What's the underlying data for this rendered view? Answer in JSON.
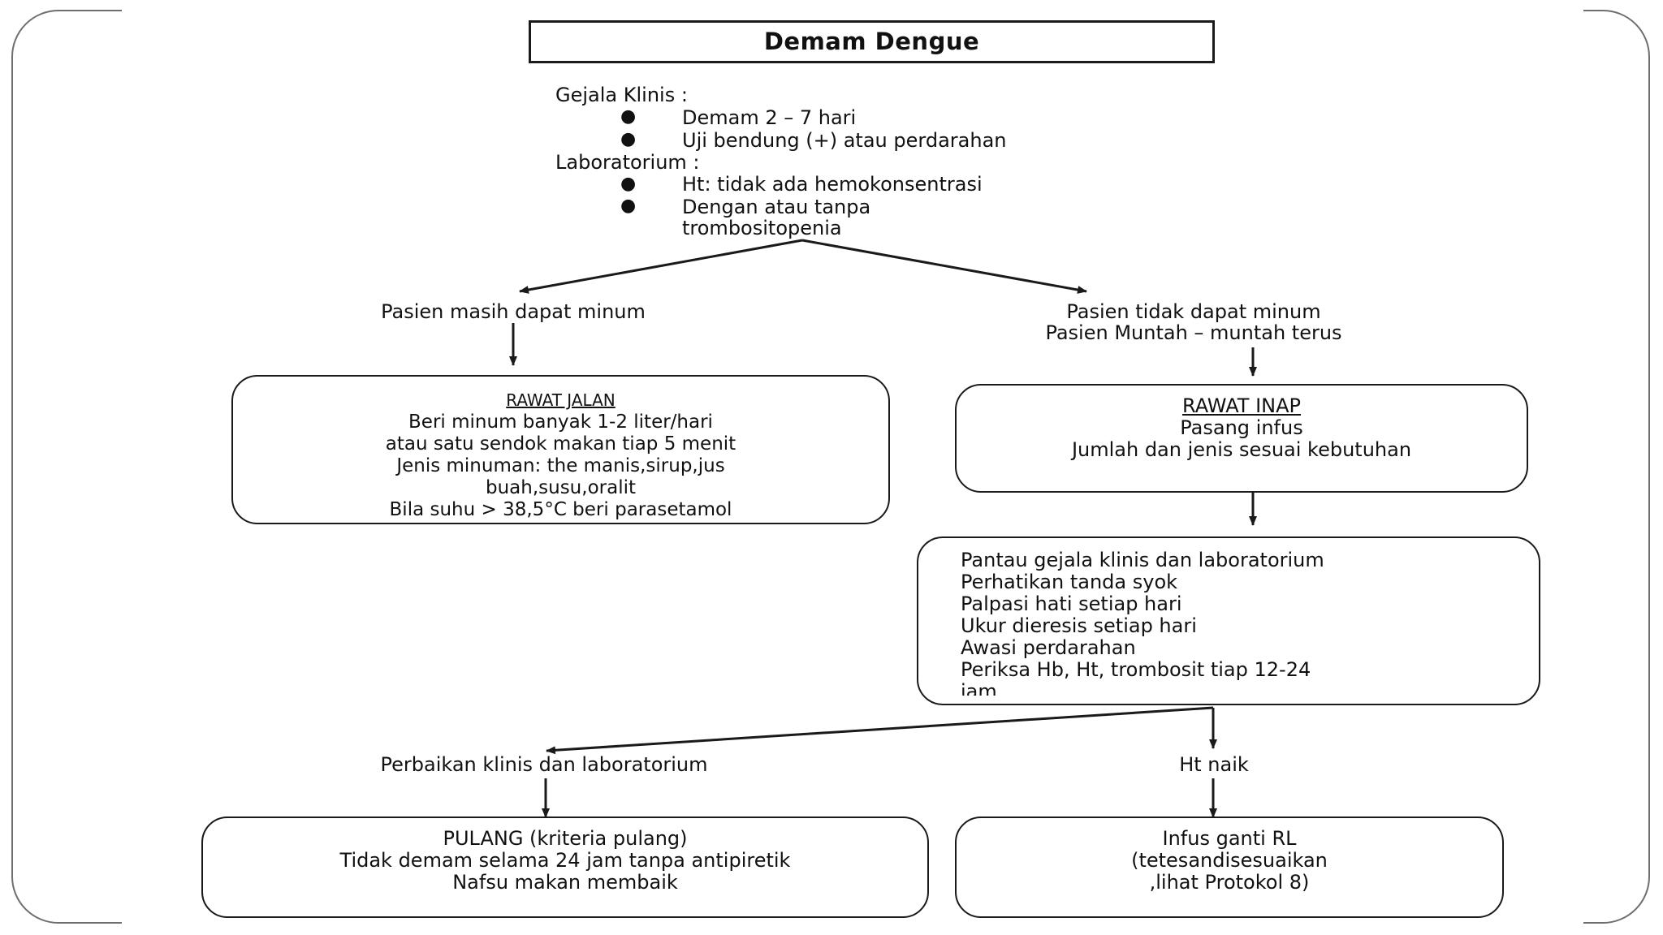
{
  "title": "Demam Dengue",
  "clinical": {
    "heading": "Gejala Klinis :",
    "items": [
      "Demam 2 – 7  hari",
      "Uji bendung (+) atau perdarahan"
    ]
  },
  "lab": {
    "heading": "Laboratorium :",
    "items": [
      "Ht: tidak ada hemokonsentrasi",
      "Dengan atau tanpa",
      "trombositopenia"
    ]
  },
  "left_branch": {
    "label": "Pasien masih dapat minum"
  },
  "right_branch": {
    "label_1": "Pasien tidak dapat minum",
    "label_2": "Pasien Muntah – muntah terus"
  },
  "rawat_jalan": {
    "title": "RAWAT JALAN",
    "lines": [
      "Beri minum banyak 1-2 liter/hari",
      "atau satu sendok makan tiap 5 menit",
      "Jenis minuman: the manis,sirup,jus",
      "buah,susu,oralit",
      "Bila suhu > 38,5°C beri parasetamol"
    ]
  },
  "rawat_inap": {
    "title": "RAWAT INAP",
    "lines": [
      "Pasang infus",
      "Jumlah dan jenis sesuai kebutuhan"
    ]
  },
  "monitor": {
    "lines": [
      "Pantau gejala klinis dan laboratorium",
      "Perhatikan tanda syok",
      "Palpasi hati setiap hari",
      "Ukur dieresis setiap hari",
      "Awasi perdarahan",
      "Periksa Hb, Ht, trombosit tiap 12-24",
      "jam"
    ]
  },
  "outcome_left": {
    "label": "Perbaikan klinis dan laboratorium"
  },
  "outcome_right": {
    "label": "Ht naik"
  },
  "pulang": {
    "lines": [
      "PULANG (kriteria pulang)",
      "Tidak demam selama 24 jam tanpa antipiretik",
      "Nafsu makan membaik"
    ]
  },
  "infus": {
    "lines": [
      "Infus ganti RL",
      "(tetesandisesuaikan",
      ",lihat Protokol 8)"
    ]
  },
  "colors": {
    "frame": "#6e6e6e",
    "ink": "#1a1a1a",
    "background": "#ffffff"
  }
}
